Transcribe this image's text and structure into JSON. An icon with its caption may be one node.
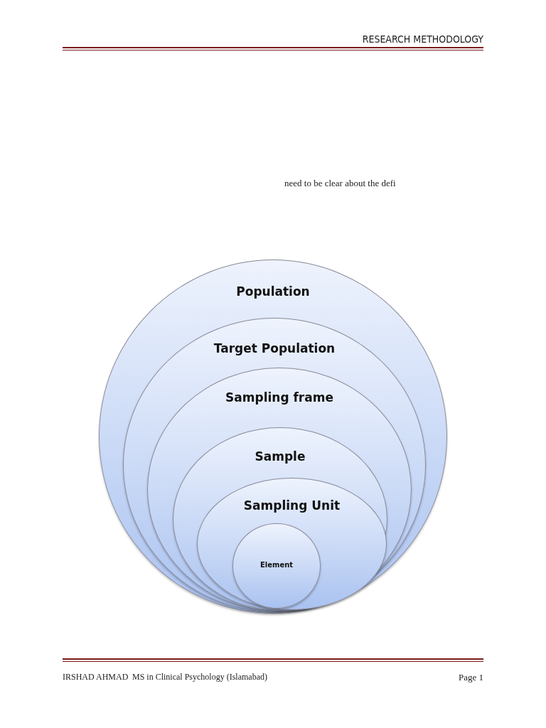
{
  "diagram": {
    "title": "RESEARCH METHODOLOGY",
    "nodes": [
      {
        "text": [
          "Population"
        ]
      },
      {
        "text": [
          "Target Population"
        ],
        "in": 0
      },
      {
        "text": [
          "Sampling frame"
        ],
        "in": 1
      },
      {
        "text": [
          "Sample"
        ],
        "in": 2
      },
      {
        "text": [
          "Sampling Unit"
        ],
        "in": 3
      },
      {
        "text": [
          "Element"
        ],
        "in": 4
      }
    ],
    "edges": [],
    "labels": [
      "need to be clear about the defi",
      "IRSHAD AHMAD",
      "MS in Clinical Psychology (Islamabad)",
      "Page 1"
    ]
  }
}
